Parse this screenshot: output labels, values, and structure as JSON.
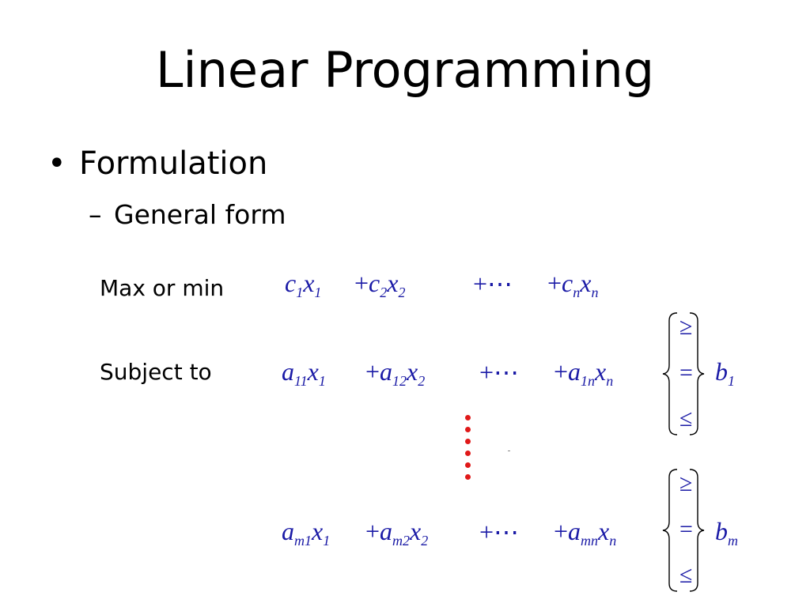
{
  "slide": {
    "title": "Linear Programming",
    "bullet": "Formulation",
    "sub_bullet": "General form",
    "labels": {
      "objective": "Max or min",
      "constraints": "Subject to"
    },
    "relations": {
      "ge": "≥",
      "eq": "=",
      "le": "≤"
    },
    "colors": {
      "math": "#1a1aa6",
      "ellipsis_dots": "#e01919",
      "background": "#ffffff",
      "text": "#000000"
    }
  }
}
